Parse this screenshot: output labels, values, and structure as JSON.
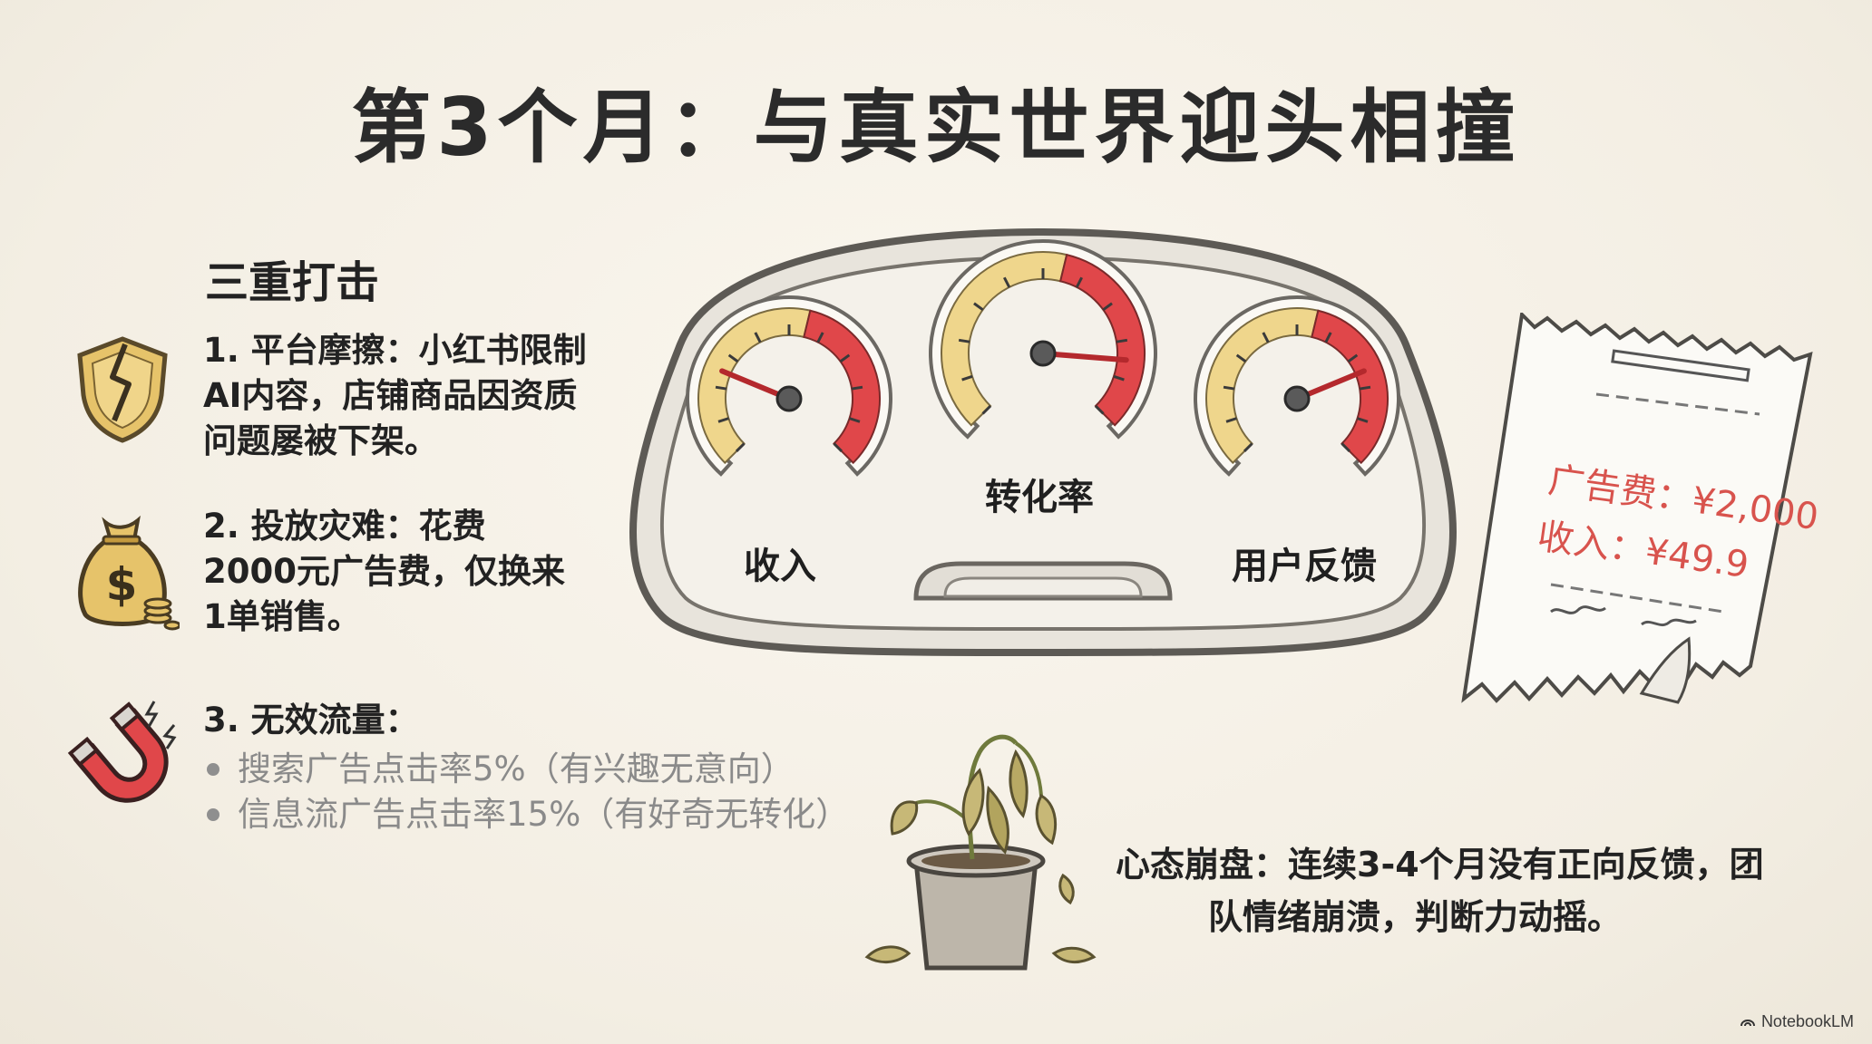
{
  "title": "第3个月：与真实世界迎头相撞",
  "section_heading": "三重打击",
  "points": [
    {
      "icon": "broken-shield-icon",
      "lines": [
        "1. 平台摩擦：小红书限制",
        "AI内容，店铺商品因资质",
        "问题屡被下架。"
      ]
    },
    {
      "icon": "money-bag-icon",
      "lines": [
        "2. 投放灾难：花费",
        "2000元广告费，仅换来",
        "1单销售。"
      ]
    },
    {
      "icon": "magnet-icon",
      "lines": [
        "3. 无效流量："
      ],
      "sub_items": [
        "搜索广告点击率5%（有兴趣无意向）",
        "信息流广告点击率15%（有好奇无转化）"
      ]
    }
  ],
  "gauges": [
    {
      "label": "收入",
      "level": 0.25
    },
    {
      "label": "转化率",
      "level": 0.85
    },
    {
      "label": "用户反馈",
      "level": 0.75
    }
  ],
  "receipt": {
    "ad_cost": "广告费：¥2,000",
    "revenue": "收入：¥49.9"
  },
  "mindset": {
    "line1": "心态崩盘：连续3-4个月没有正向反馈，团",
    "line2": "队情绪崩溃，判断力动摇。"
  },
  "brand": "NotebookLM",
  "colors": {
    "background": "#f6f1e7",
    "gauge_yellow": "#efd68c",
    "gauge_red": "#e0474a",
    "receipt_text": "#d8534d",
    "icon_gold": "#e6c36a"
  }
}
